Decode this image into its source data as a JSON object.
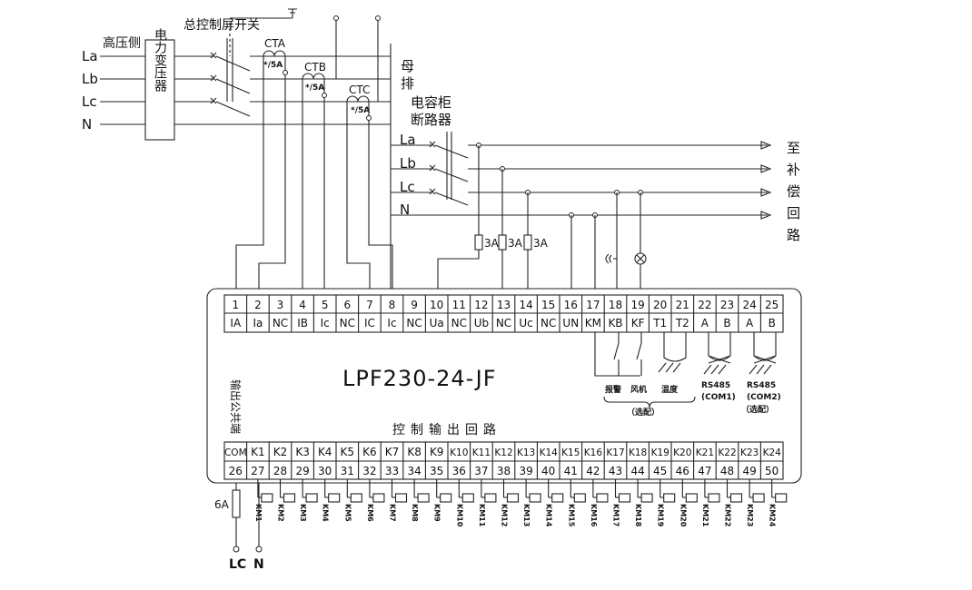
{
  "transformer": {
    "side_label": "高压侧",
    "label": "电力变压器",
    "inputs": [
      "La",
      "Lb",
      "Lc",
      "N"
    ]
  },
  "main_switch_label": "总控制屏开关",
  "cts": [
    {
      "name": "CTA",
      "ratio": "*/5A"
    },
    {
      "name": "CTB",
      "ratio": "*/5A"
    },
    {
      "name": "CTC",
      "ratio": "*/5A"
    }
  ],
  "busbar_label": "母排",
  "capacitor_breaker_label": "电容柜断路器",
  "bus_lines": [
    "La",
    "Lb",
    "Lc",
    "N"
  ],
  "destination_label": "至补偿回路",
  "fuses": [
    "3A",
    "3A",
    "3A"
  ],
  "device": {
    "model": "LPF230-24-JF",
    "top_numbers": [
      "1",
      "2",
      "3",
      "4",
      "5",
      "6",
      "7",
      "8",
      "9",
      "10",
      "11",
      "12",
      "13",
      "14",
      "15",
      "16",
      "17",
      "18",
      "19",
      "20",
      "21",
      "22",
      "23",
      "24",
      "25"
    ],
    "top_labels": [
      "IA",
      "Ia",
      "NC",
      "IB",
      "Ic",
      "NC",
      "IC",
      "Ic",
      "NC",
      "Ua",
      "NC",
      "Ub",
      "NC",
      "Uc",
      "NC",
      "UN",
      "KM",
      "KB",
      "KF",
      "T1",
      "T2",
      "A",
      "B",
      "A",
      "B"
    ],
    "bottom_labels": [
      "COM",
      "K1",
      "K2",
      "K3",
      "K4",
      "K5",
      "K6",
      "K7",
      "K8",
      "K9",
      "K10",
      "K11",
      "K12",
      "K13",
      "K14",
      "K15",
      "K16",
      "K17",
      "K18",
      "K19",
      "K20",
      "K21",
      "K22",
      "K23",
      "K24"
    ],
    "bottom_numbers": [
      "26",
      "27",
      "28",
      "29",
      "30",
      "31",
      "32",
      "33",
      "34",
      "35",
      "36",
      "37",
      "38",
      "39",
      "40",
      "41",
      "42",
      "43",
      "44",
      "45",
      "46",
      "47",
      "48",
      "49",
      "50"
    ],
    "control_output_label": "控制输出回路",
    "side_label": "输出公共端",
    "annotations": {
      "alarm": "报警",
      "fan": "风机",
      "temperature": "温度",
      "optional": "（选配）",
      "rs485_1": "RS485",
      "com1": "(COM1)",
      "rs485_2": "RS485",
      "com2": "(COM2)",
      "optional2": "（选配）"
    }
  },
  "relay_outputs": [
    "KM1",
    "KM2",
    "KM3",
    "KM4",
    "KM5",
    "KM6",
    "KM7",
    "KM8",
    "KM9",
    "KM10",
    "KM11",
    "KM12",
    "KM13",
    "KM14",
    "KM15",
    "KM16",
    "KM17",
    "KM18",
    "KM19",
    "KM20",
    "KM21",
    "KM22",
    "KM23",
    "KM24"
  ],
  "com_fuse": "6A",
  "supply_terminals": [
    "LC",
    "N"
  ]
}
